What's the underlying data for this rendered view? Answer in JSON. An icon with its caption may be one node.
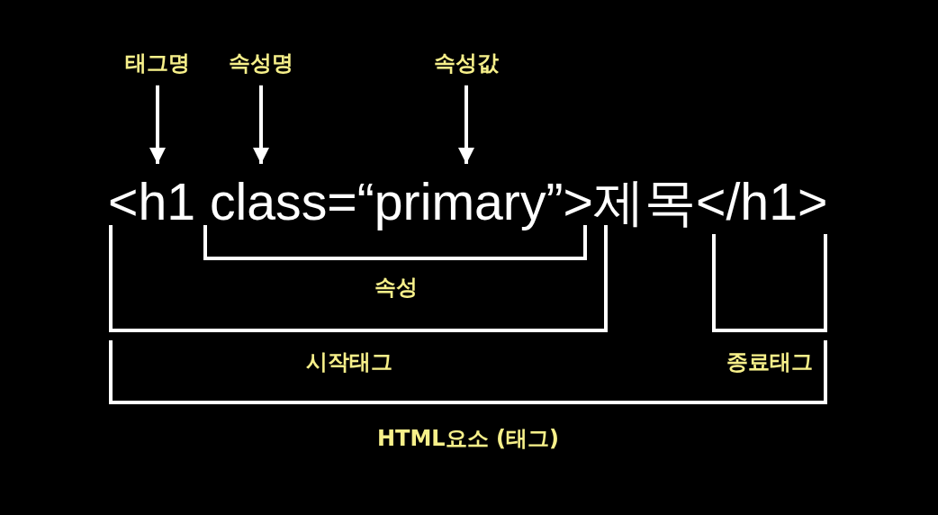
{
  "diagram": {
    "nodes": [
      {
        "text": [
          "태그명"
        ]
      },
      {
        "text": [
          "속성명"
        ]
      },
      {
        "text": [
          "속성값"
        ]
      },
      {
        "text": [
          "<h1 class=“primary”>제목</h1>"
        ]
      }
    ],
    "edges": [
      {
        "from": 0,
        "to": 3,
        "arrow": "to"
      },
      {
        "from": 1,
        "to": 3,
        "arrow": "to"
      },
      {
        "from": 2,
        "to": 3,
        "arrow": "to"
      }
    ],
    "labels": [
      "속성",
      "시작태그",
      "종료태그",
      "HTML요소 (태그)"
    ]
  }
}
